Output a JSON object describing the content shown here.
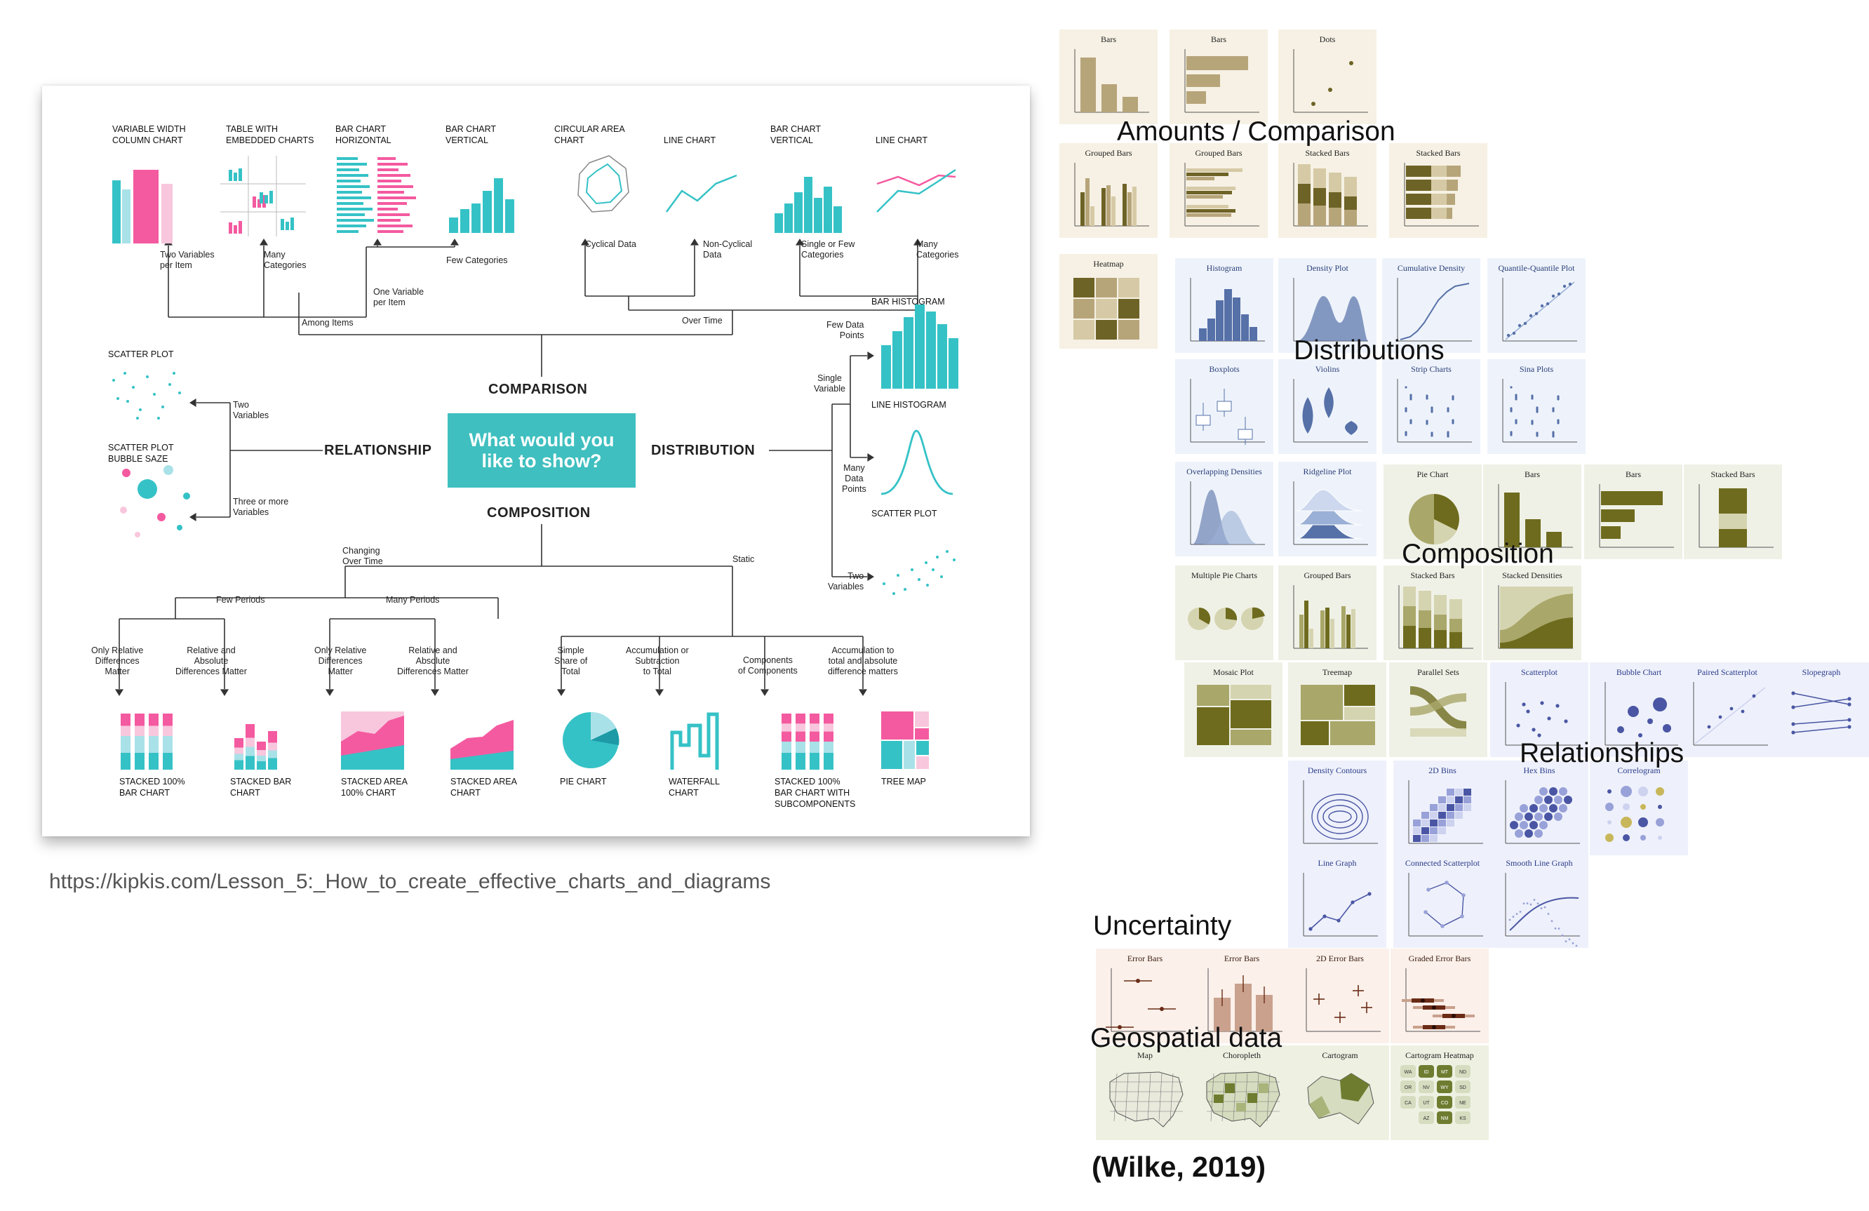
{
  "flowchart": {
    "center_text": "What would you\nlike to show?",
    "categories": {
      "comparison": "COMPARISON",
      "relationship": "RELATIONSHIP",
      "distribution": "DISTRIBUTION",
      "composition": "COMPOSITION"
    },
    "comparison_charts": [
      "VARIABLE WIDTH\nCOLUMN CHART",
      "TABLE WITH\nEMBEDDED CHARTS",
      "BAR CHART\nHORIZONTAL",
      "BAR CHART\nVERTICAL",
      "CIRCULAR AREA\nCHART",
      "LINE CHART",
      "BAR CHART\nVERTICAL",
      "LINE CHART"
    ],
    "comparison_labels": [
      "Two Variables\nper Item",
      "Many\nCategories",
      "Few Categories",
      "One Variable\nper Item",
      "Among Items",
      "Cyclical Data",
      "Non-Cyclical\nData",
      "Single or Few\nCategories",
      "Many\nCategories",
      "Over Time"
    ],
    "relationship": {
      "chart1": "SCATTER PLOT",
      "chart2": "SCATTER PLOT\nBUBBLE SAZE",
      "two": "Two\nVariables",
      "three": "Three or more\nVariables"
    },
    "distribution": {
      "bar_hist": "BAR HISTOGRAM",
      "few": "Few Data\nPoints",
      "single": "Single\nVariable",
      "line_hist": "LINE HISTOGRAM",
      "many": "Many\nData\nPoints",
      "scatter": "SCATTER PLOT",
      "two": "Two\nVariables"
    },
    "composition": {
      "changing": "Changing\nOver Time",
      "static": "Static",
      "few": "Few Periods",
      "many": "Many Periods",
      "labels": [
        "Only Relative\nDifferences\nMatter",
        "Relative and\nAbsolute\nDifferences Matter",
        "Only Relative\nDifferences\nMatter",
        "Relative and\nAbsolute\nDifferences Matter",
        "Simple\nShare of\nTotal",
        "Accumulation or\nSubtraction\nto Total",
        "Components\nof Components",
        "Accumulation to\ntotal and absolute\ndifference matters"
      ],
      "charts": [
        "STACKED 100%\nBAR CHART",
        "STACKED BAR\nCHART",
        "STACKED AREA\n100% CHART",
        "STACKED AREA\nCHART",
        "PIE CHART",
        "WATERFALL\nCHART",
        "STACKED 100%\nBAR CHART WITH\nSUBCOMPONENTS",
        "TREE MAP"
      ]
    }
  },
  "source_url": "https://kipkis.com/Lesson_5:_How_to_create_effective_charts_and_diagrams",
  "wilke": {
    "sections": [
      "Amounts / Comparison",
      "Distributions",
      "Composition",
      "Relationships",
      "Uncertainty",
      "Geospatial data"
    ],
    "citation": "(Wilke, 2019)",
    "thumbs": [
      {
        "t": "Bars",
        "kind": "vbars",
        "theme": "amounts"
      },
      {
        "t": "Bars",
        "kind": "hbars",
        "theme": "amounts"
      },
      {
        "t": "Dots",
        "kind": "dots",
        "theme": "amounts"
      },
      {
        "t": "Grouped Bars",
        "kind": "gvbars",
        "theme": "amounts"
      },
      {
        "t": "Grouped Bars",
        "kind": "ghbars",
        "theme": "amounts"
      },
      {
        "t": "Stacked Bars",
        "kind": "svbars",
        "theme": "amounts"
      },
      {
        "t": "Stacked Bars",
        "kind": "shbars",
        "theme": "amounts"
      },
      {
        "t": "Heatmap",
        "kind": "heat",
        "theme": "amounts"
      },
      {
        "t": "Histogram",
        "kind": "hist",
        "theme": "dist"
      },
      {
        "t": "Density Plot",
        "kind": "density",
        "theme": "dist"
      },
      {
        "t": "Cumulative Density",
        "kind": "cdf",
        "theme": "dist"
      },
      {
        "t": "Quantile-Quantile Plot",
        "kind": "qq",
        "theme": "dist"
      },
      {
        "t": "Boxplots",
        "kind": "box",
        "theme": "dist"
      },
      {
        "t": "Violins",
        "kind": "violin",
        "theme": "dist"
      },
      {
        "t": "Strip Charts",
        "kind": "strip",
        "theme": "dist"
      },
      {
        "t": "Sina Plots",
        "kind": "strip",
        "theme": "dist"
      },
      {
        "t": "Overlapping Densities",
        "kind": "odens",
        "theme": "dist"
      },
      {
        "t": "Ridgeline Plot",
        "kind": "ridge",
        "theme": "dist"
      },
      {
        "t": "Pie Chart",
        "kind": "pie",
        "theme": "comp"
      },
      {
        "t": "Bars",
        "kind": "vbars",
        "theme": "comp"
      },
      {
        "t": "Bars",
        "kind": "hbars",
        "theme": "comp"
      },
      {
        "t": "Stacked Bars",
        "kind": "onestack",
        "theme": "comp"
      },
      {
        "t": "Multiple Pie Charts",
        "kind": "pies",
        "theme": "comp"
      },
      {
        "t": "Grouped Bars",
        "kind": "gvbars",
        "theme": "comp"
      },
      {
        "t": "Stacked Bars",
        "kind": "svbars",
        "theme": "comp"
      },
      {
        "t": "Stacked Densities",
        "kind": "sdens",
        "theme": "comp"
      },
      {
        "t": "Mosaic Plot",
        "kind": "mosaic",
        "theme": "comp"
      },
      {
        "t": "Treemap",
        "kind": "treemap",
        "theme": "comp"
      },
      {
        "t": "Parallel Sets",
        "kind": "psets",
        "theme": "comp"
      },
      {
        "t": "Scatterplot",
        "kind": "scatter",
        "theme": "rel"
      },
      {
        "t": "Bubble Chart",
        "kind": "bubble",
        "theme": "rel"
      },
      {
        "t": "Paired Scatterplot",
        "kind": "paired",
        "theme": "rel"
      },
      {
        "t": "Slopegraph",
        "kind": "slope",
        "theme": "rel"
      },
      {
        "t": "Density Contours",
        "kind": "contour",
        "theme": "rel"
      },
      {
        "t": "2D Bins",
        "kind": "bins2d",
        "theme": "rel"
      },
      {
        "t": "Hex Bins",
        "kind": "hex",
        "theme": "rel"
      },
      {
        "t": "Correlogram",
        "kind": "corr",
        "theme": "rel"
      },
      {
        "t": "Line Graph",
        "kind": "line",
        "theme": "rel"
      },
      {
        "t": "Connected Scatterplot",
        "kind": "cscatter",
        "theme": "rel"
      },
      {
        "t": "Smooth Line Graph",
        "kind": "smooth",
        "theme": "rel"
      },
      {
        "t": "Error Bars",
        "kind": "errh",
        "theme": "unc"
      },
      {
        "t": "Error Bars",
        "kind": "errbar",
        "theme": "unc"
      },
      {
        "t": "2D Error Bars",
        "kind": "err2d",
        "theme": "unc"
      },
      {
        "t": "Graded Error Bars",
        "kind": "graded",
        "theme": "unc"
      },
      {
        "t": "Map",
        "kind": "map",
        "theme": "geo"
      },
      {
        "t": "Choropleth",
        "kind": "chor",
        "theme": "geo"
      },
      {
        "t": "Cartogram",
        "kind": "carto",
        "theme": "geo"
      },
      {
        "t": "Cartogram Heatmap",
        "kind": "cheat",
        "theme": "geo"
      }
    ],
    "cheat_states": [
      "WA",
      "ID",
      "MT",
      "ND",
      "OR",
      "NV",
      "WY",
      "SD",
      "CA",
      "UT",
      "CO",
      "NE",
      "AZ",
      "NM",
      "KS"
    ]
  }
}
